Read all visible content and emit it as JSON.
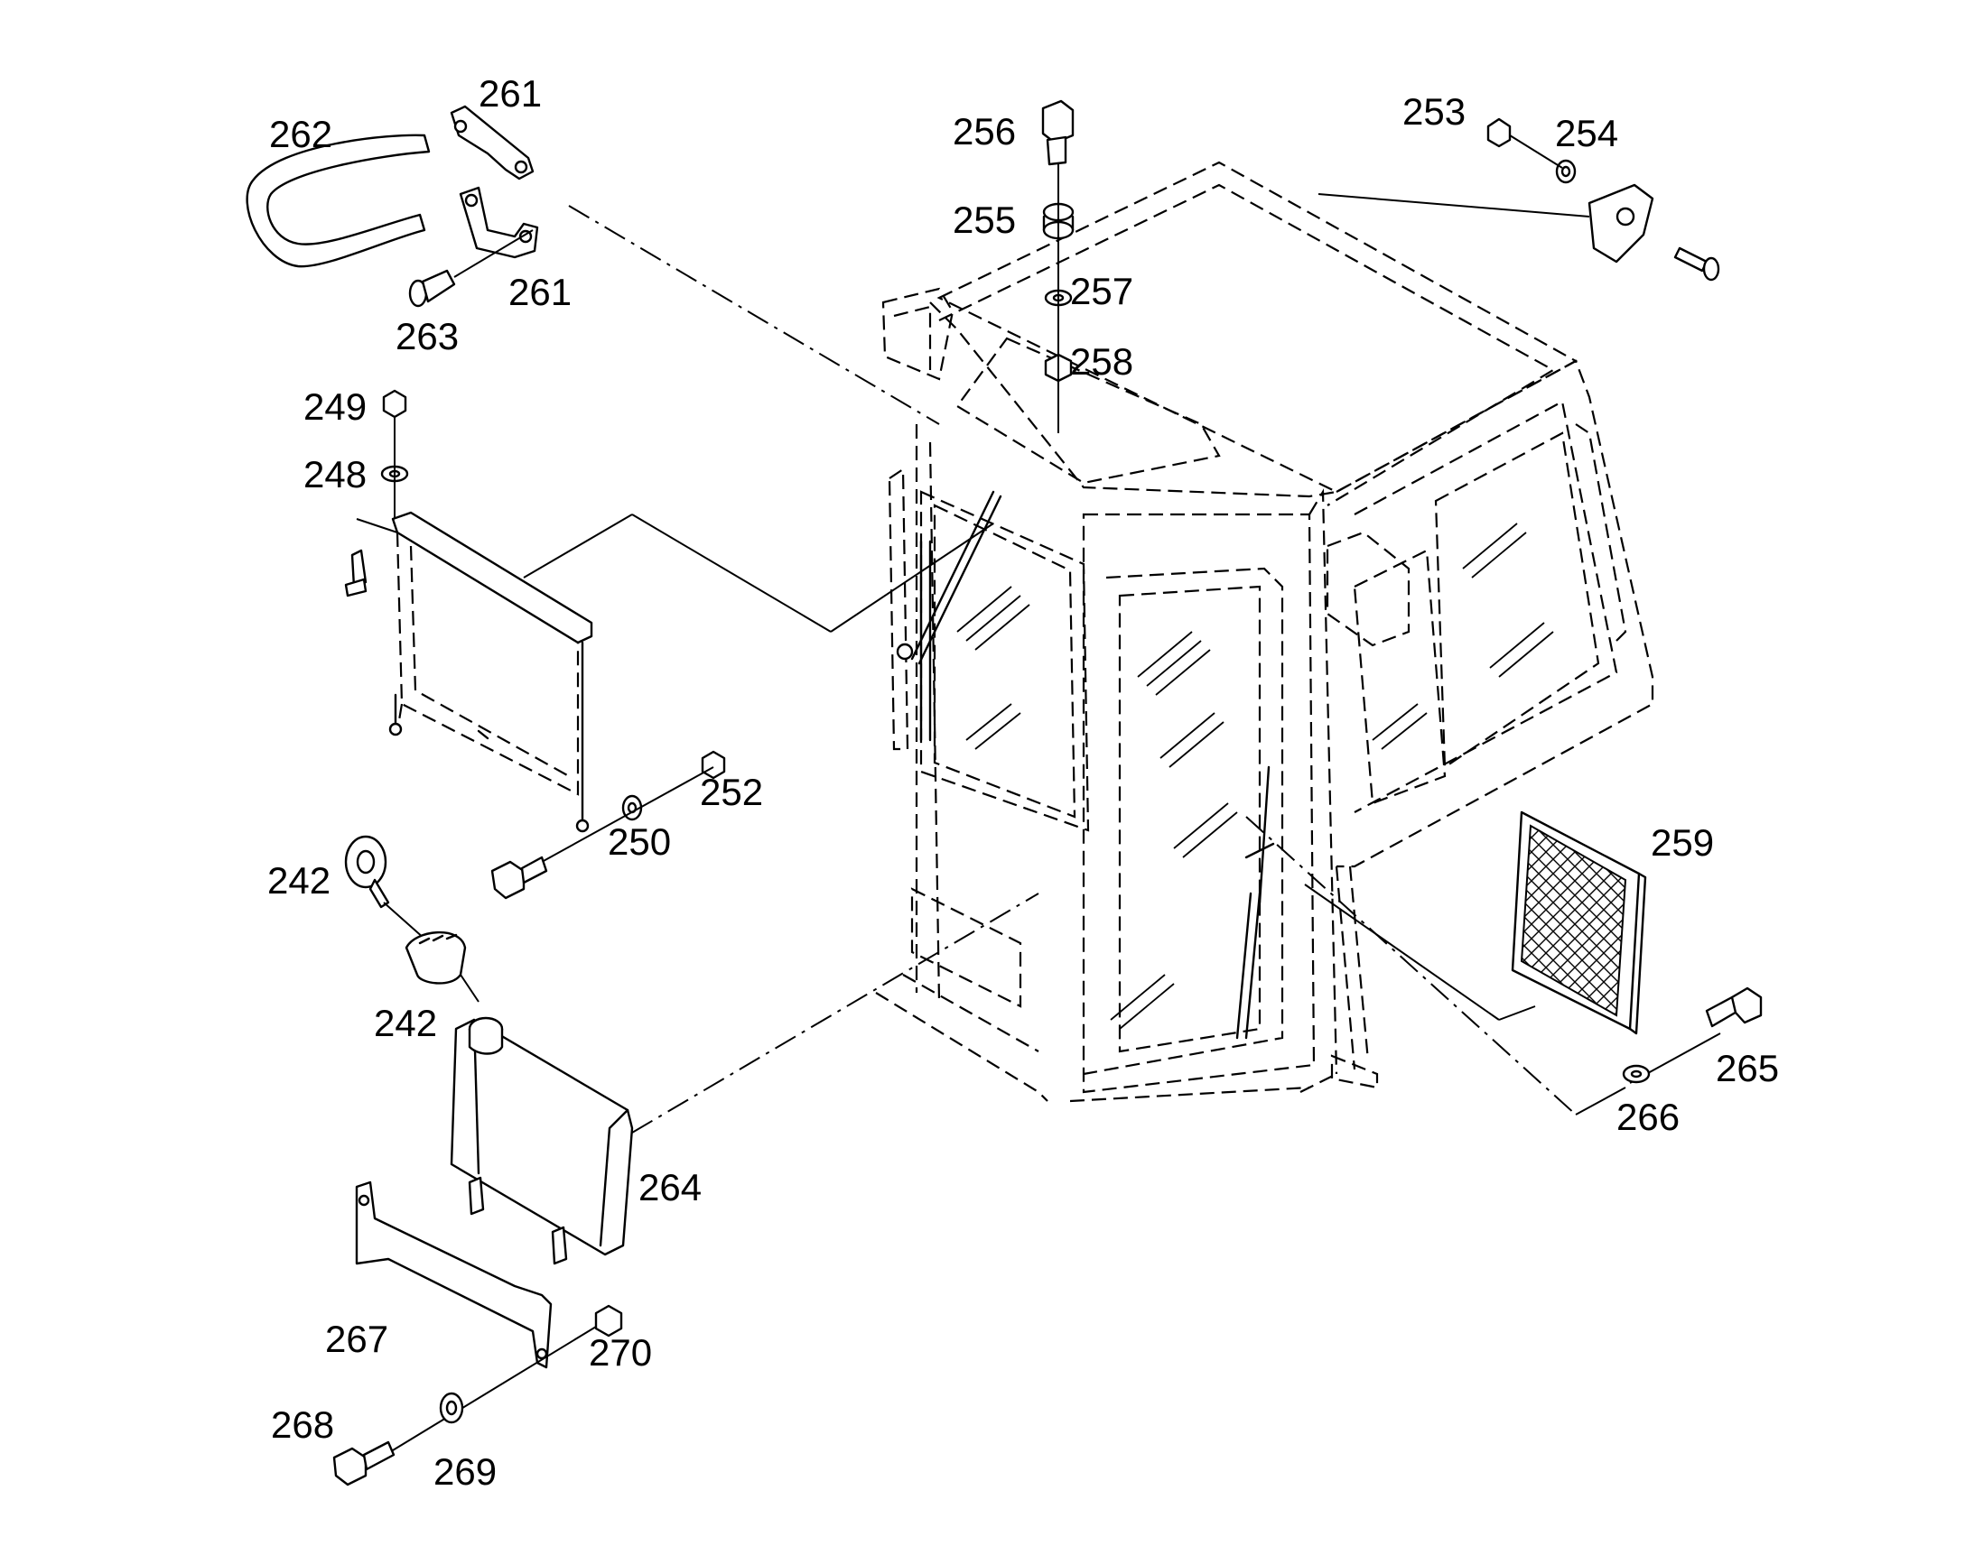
{
  "labels": {
    "p261a": "261",
    "p262": "262",
    "p261b": "261",
    "p263": "263",
    "p249": "249",
    "p248": "248",
    "p256": "256",
    "p255": "255",
    "p257": "257",
    "p258": "258",
    "p253": "253",
    "p254": "254",
    "p252": "252",
    "p250": "250",
    "p242a": "242",
    "p242b": "242",
    "p259": "259",
    "p264": "264",
    "p265": "265",
    "p266": "266",
    "p267": "267",
    "p270": "270",
    "p268": "268",
    "p269": "269"
  }
}
